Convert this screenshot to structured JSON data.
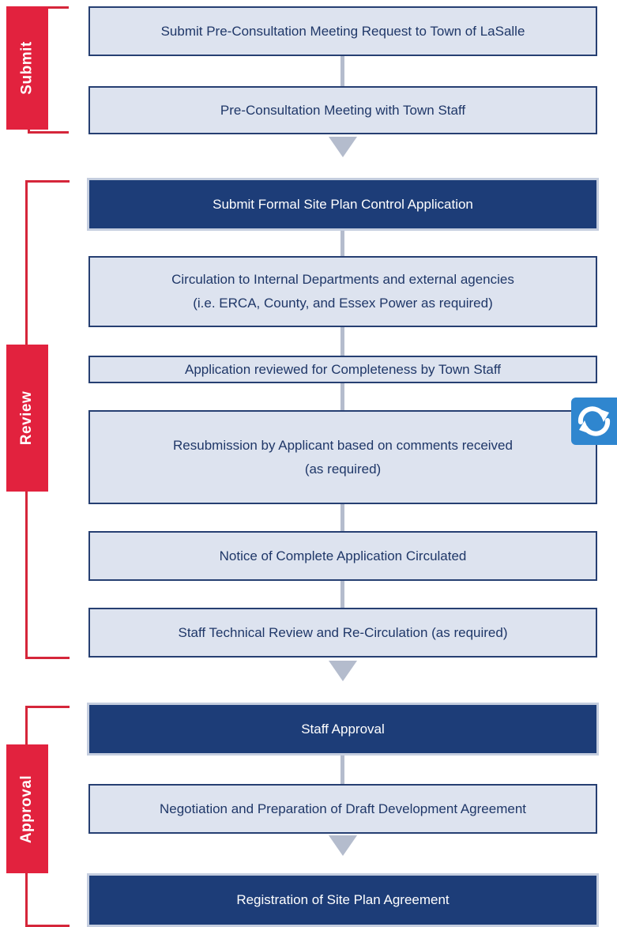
{
  "phases": {
    "submit": "Submit",
    "review": "Review",
    "approval": "Approval"
  },
  "steps": [
    "Submit Pre-Consultation Meeting Request to Town of LaSalle",
    "Pre-Consultation Meeting with Town Staff",
    "Submit Formal Site Plan Control Application",
    "Circulation to Internal Departments and external agencies",
    "(i.e. ERCA, County, and Essex Power as required)",
    "Application reviewed for Completeness by Town Staff",
    "Resubmission by Applicant based on comments received",
    "(as required)",
    "Notice of Complete Application Circulated",
    "Staff Technical Review and Re-Circulation (as required)",
    "Staff Approval",
    "Negotiation and Preparation of Draft Development Agreement",
    "Registration of Site Plan Agreement"
  ],
  "colors": {
    "light_box_fill": "#dde3ef",
    "light_box_border": "#263f72",
    "dark_box_fill": "#1d3d78",
    "phase_tab": "#e2223e",
    "phase_bracket": "#d5263a",
    "connector": "#b4bccd",
    "refresh_badge": "#2f86cf"
  },
  "icons": {
    "refresh": "refresh-icon"
  }
}
